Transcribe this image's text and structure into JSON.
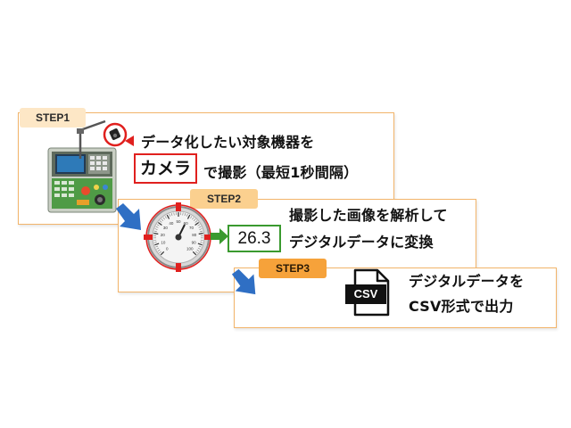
{
  "steps": [
    {
      "badge": "STEP1",
      "line1": "データ化したい対象機器を",
      "camera_word": "カメラ",
      "line2_rest": "で撮影（最短1秒間隔）"
    },
    {
      "badge": "STEP2",
      "line1": "撮影した画像を解析して",
      "line2": "デジタルデータに変換",
      "readout_value": "26.3"
    },
    {
      "badge": "STEP3",
      "line1": "デジタルデータを",
      "line2": "CSV形式で出力",
      "file_label": "CSV"
    }
  ],
  "gauge": {
    "tick_labels": [
      "0",
      "10",
      "20",
      "30",
      "40",
      "50",
      "60",
      "70",
      "80",
      "90",
      "100"
    ]
  },
  "icons": {
    "machine": "cnc-machine-icon",
    "camera": "camera-icon",
    "gauge": "analog-gauge-icon",
    "arrow": "down-right-arrow-icon",
    "right_arrow": "right-arrow-icon",
    "file": "csv-file-icon"
  },
  "colors": {
    "panel_border": "#f2b46a",
    "step1_badge": "#fde7c6",
    "step2_badge": "#fbd08f",
    "step3_badge": "#f6a23a",
    "highlight_red": "#e0201e",
    "readout_green": "#3a9a2f",
    "flow_arrow_blue": "#2f6fc4"
  }
}
